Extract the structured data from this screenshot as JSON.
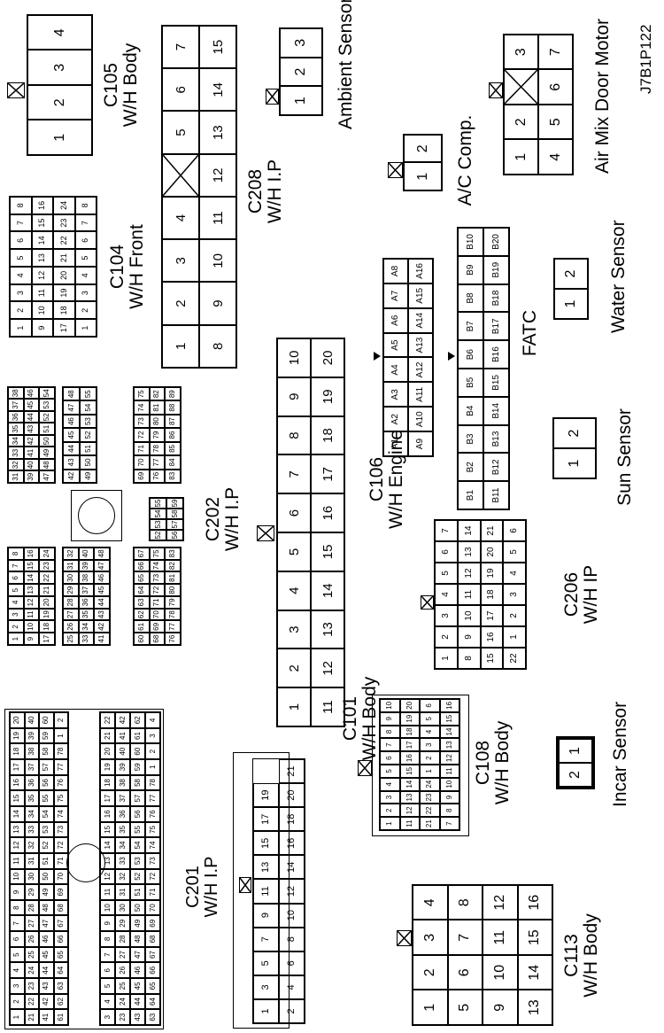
{
  "figure_code": "J7B1P122",
  "connectors": [
    {
      "id": "C105",
      "desc": "W/H Body",
      "pins": [
        "1",
        "2",
        "3",
        "4"
      ]
    },
    {
      "id": "C104",
      "desc": "W/H Front",
      "pins": [
        "1",
        "2",
        "3",
        "4",
        "5",
        "6",
        "7",
        "8",
        "9",
        "10",
        "11",
        "12",
        "13",
        "14",
        "15",
        "16",
        "17",
        "18",
        "19",
        "20",
        "21",
        "22",
        "23",
        "24"
      ]
    },
    {
      "id": "C208",
      "desc": "W/H I.P",
      "pins": [
        "1",
        "2",
        "3",
        "4",
        "5",
        "6",
        "7",
        "8",
        "9",
        "10",
        "11",
        "12",
        "13",
        "14",
        "15"
      ]
    },
    {
      "id": "",
      "desc": "Ambient Sensor",
      "pins": [
        "1",
        "2",
        "3"
      ]
    },
    {
      "id": "",
      "desc": "A/C Comp.",
      "pins": [
        "1",
        "2"
      ]
    },
    {
      "id": "",
      "desc": "Air Mix Door Motor",
      "pins": [
        "1",
        "2",
        "3",
        "4",
        "5",
        "6",
        "7"
      ]
    },
    {
      "id": "",
      "desc": "Water Sensor",
      "pins": [
        "1",
        "2"
      ]
    },
    {
      "id": "",
      "desc": "FATC",
      "pins": [
        "A1",
        "A2",
        "A3",
        "A4",
        "A5",
        "A6",
        "A7",
        "A8",
        "A9",
        "A10",
        "A11",
        "A12",
        "A13",
        "A14",
        "A15",
        "A16",
        "B1",
        "B2",
        "B3",
        "B4",
        "B5",
        "B6",
        "B7",
        "B8",
        "B9",
        "B10",
        "B11",
        "B12",
        "B13",
        "B14",
        "B15",
        "B16",
        "B17",
        "B18",
        "B19",
        "B20"
      ]
    },
    {
      "id": "",
      "desc": "Sun Sensor",
      "pins": [
        "1",
        "2"
      ]
    },
    {
      "id": "C202",
      "desc": "W/H I.P",
      "pins": [
        "1",
        "2",
        "3",
        "4",
        "5",
        "6",
        "7",
        "8",
        "9",
        "10",
        "11",
        "12",
        "13",
        "14",
        "15",
        "16",
        "17",
        "18",
        "19",
        "20"
      ]
    },
    {
      "id": "C106",
      "desc": "W/H Engine",
      "pins": [
        "1",
        "2",
        "3",
        "4",
        "5",
        "6",
        "7",
        "8",
        "9",
        "10",
        "11",
        "12",
        "13",
        "14",
        "15",
        "16",
        "17",
        "18",
        "19",
        "20",
        "21",
        "22"
      ]
    },
    {
      "id": "C206",
      "desc": "W/H IP",
      "pins": []
    },
    {
      "id": "C108",
      "desc": "W/H Body",
      "pins": [
        "1",
        "2",
        "3",
        "4",
        "5",
        "6",
        "7",
        "8",
        "9",
        "10",
        "11",
        "12",
        "13",
        "14",
        "15",
        "16",
        "17",
        "18",
        "19",
        "20",
        "21",
        "22",
        "23",
        "24"
      ]
    },
    {
      "id": "",
      "desc": "Incar Sensor",
      "pins": [
        "1",
        "2"
      ]
    },
    {
      "id": "C201",
      "desc": "W/H I.P",
      "pins": [
        "1",
        "2",
        "3",
        "4",
        "5",
        "6",
        "7",
        "8",
        "9",
        "10",
        "11",
        "12",
        "13",
        "14",
        "15",
        "16",
        "17",
        "18",
        "19",
        "20",
        "21"
      ]
    },
    {
      "id": "C101",
      "desc": "W/H Body",
      "pins": [
        "1",
        "2",
        "3",
        "4",
        "5",
        "6",
        "7",
        "8",
        "9",
        "10",
        "11",
        "12",
        "13",
        "14",
        "15",
        "16",
        "17",
        "18",
        "19",
        "20",
        "21",
        "22",
        "23",
        "24",
        "25",
        "26",
        "27",
        "28",
        "29",
        "30",
        "31",
        "32",
        "33",
        "34",
        "35",
        "36",
        "37",
        "38",
        "39",
        "40",
        "41",
        "42",
        "43",
        "44",
        "45",
        "46",
        "47",
        "48",
        "49",
        "50",
        "51",
        "52",
        "53",
        "54",
        "55",
        "56",
        "57",
        "58",
        "59",
        "60",
        "61",
        "62",
        "63",
        "64",
        "65",
        "66",
        "67",
        "68",
        "69",
        "70",
        "71",
        "72",
        "73",
        "74",
        "75",
        "76",
        "77",
        "78",
        "79",
        "80",
        "81",
        "82",
        "83",
        "84",
        "85",
        "86",
        "87",
        "88",
        "89"
      ]
    },
    {
      "id": "C113",
      "desc": "W/H Body",
      "pins": [
        "1",
        "2",
        "3",
        "4",
        "5",
        "6",
        "7",
        "8",
        "9",
        "10",
        "11",
        "12",
        "13",
        "14",
        "15",
        "16"
      ]
    }
  ],
  "c101_lower": {
    "pins": [
      "1",
      "2",
      "3",
      "4",
      "5",
      "6",
      "7",
      "8",
      "9",
      "10",
      "11",
      "12",
      "13",
      "14",
      "15",
      "16",
      "17",
      "18",
      "19",
      "20",
      "21",
      "22",
      "23",
      "24",
      "25",
      "26",
      "27",
      "28",
      "29",
      "30",
      "31",
      "32",
      "33",
      "34",
      "35",
      "36",
      "37",
      "38",
      "39",
      "40",
      "41",
      "42",
      "43",
      "44",
      "45",
      "46",
      "47",
      "48",
      "49",
      "50",
      "51",
      "52",
      "53",
      "54",
      "55",
      "56",
      "57",
      "58",
      "59",
      "60",
      "61",
      "62",
      "63",
      "64",
      "65",
      "66",
      "67",
      "68",
      "69",
      "70",
      "71",
      "72",
      "73",
      "74",
      "75",
      "76",
      "77",
      "78"
    ]
  }
}
